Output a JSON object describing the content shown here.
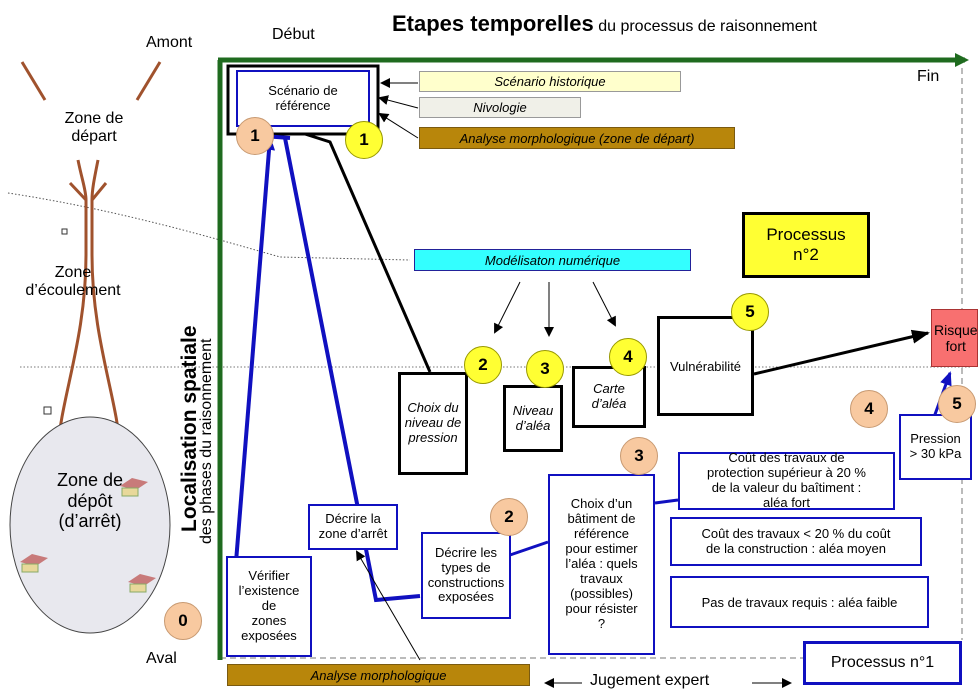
{
  "title": {
    "main": "Etapes temporelles",
    "rest": " du processus de raisonnement"
  },
  "time_labels": {
    "start": "Début",
    "end": "Fin"
  },
  "vertical_axis": {
    "main": "Localisation spatiale",
    "sub": "des phases du raisonnement"
  },
  "left_panel": {
    "upstream": "Amont",
    "downstream": "Aval",
    "zone_start": "Zone de\ndépart",
    "zone_flow": "Zone\nd’écoulement",
    "zone_deposit": "Zone de\ndépôt\n(d’arrêt)"
  },
  "top_sources": {
    "historique": "Scénario historique",
    "nivologie": "Nivologie",
    "analyse_depart": "Analyse morphologique (zone de départ)"
  },
  "reference_box": "Scénario de\nréférence",
  "modelisation": "Modélisaton numérique",
  "processus2": "Processus\nn°2",
  "processus1": "Processus n°1",
  "black_path": {
    "choix_pression": "Choix du\nniveau de\npression",
    "niveau_alea": "Niveau\nd’aléa",
    "carte_alea": "Carte\nd’aléa",
    "vulnerabilite": "Vulnérabilité"
  },
  "risque": "Risque\nfort",
  "blue_path": {
    "verifier": "Vérifier\nl’existence\nde\nzones\nexposées",
    "decrire_zone": "Décrire la\nzone d’arrêt",
    "decrire_types": "Décrire les\ntypes de\nconstructions\nexposées",
    "choix_batiment": "Choix d’un\nbâtiment de\nréférence\npour estimer\nl’aléa : quels\ntravaux\n(possibles)\npour résister\n?",
    "cout_fort": "Coût des travaux de\nprotection supérieur à 20 %\nde la valeur du baîtiment  :\naléa fort",
    "cout_moyen": "Coût des travaux < 20 % du coût\nde la construction : aléa moyen",
    "pas_travaux": "Pas de travaux requis : aléa faible",
    "pression": "Pression\n> 30 kPa"
  },
  "circles": {
    "y1": "1",
    "y2": "2",
    "y3": "3",
    "y4": "4",
    "y5": "5",
    "p0": "0",
    "p1": "1",
    "p2": "2",
    "p3": "3",
    "p4": "4",
    "p5": "5"
  },
  "bottom": {
    "analyse": "Analyse morphologique",
    "jugement": "Jugement expert"
  },
  "colors": {
    "axis_green": "#1f6b1f",
    "blue": "#1010c0",
    "yellow": "#ffff33",
    "peach": "#f8c9a0",
    "cyan": "#33ffff",
    "brown": "#b8860b",
    "red_box": "#f87070",
    "channel_brown": "#a0522d"
  }
}
